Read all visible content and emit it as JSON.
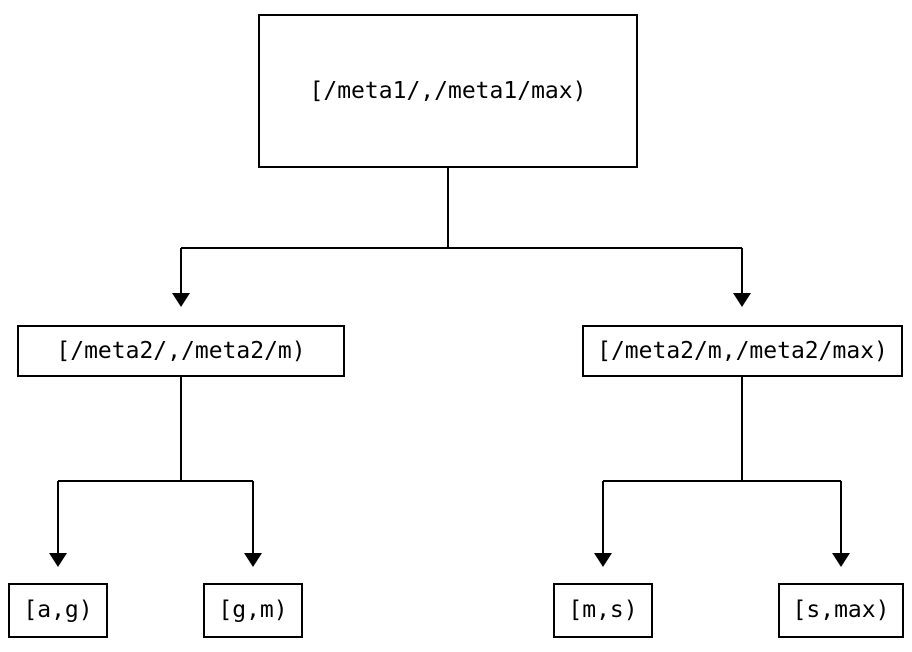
{
  "diagram": {
    "type": "tree",
    "colors": {
      "background": "#ffffff",
      "line": "#000000",
      "text": "#000000",
      "node_fill": "#ffffff"
    },
    "nodes": {
      "root": {
        "label": "[/meta1/,/meta1/max)"
      },
      "left": {
        "label": "[/meta2/,/meta2/m)"
      },
      "right": {
        "label": "[/meta2/m,/meta2/max)"
      },
      "leaf_ag": {
        "label": "[a,g)"
      },
      "leaf_gm": {
        "label": "[g,m)"
      },
      "leaf_ms": {
        "label": "[m,s)"
      },
      "leaf_smax": {
        "label": "[s,max)"
      }
    },
    "edges": [
      {
        "from": "root",
        "to": "left"
      },
      {
        "from": "root",
        "to": "right"
      },
      {
        "from": "left",
        "to": "leaf_ag"
      },
      {
        "from": "left",
        "to": "leaf_gm"
      },
      {
        "from": "right",
        "to": "leaf_ms"
      },
      {
        "from": "right",
        "to": "leaf_smax"
      }
    ]
  }
}
